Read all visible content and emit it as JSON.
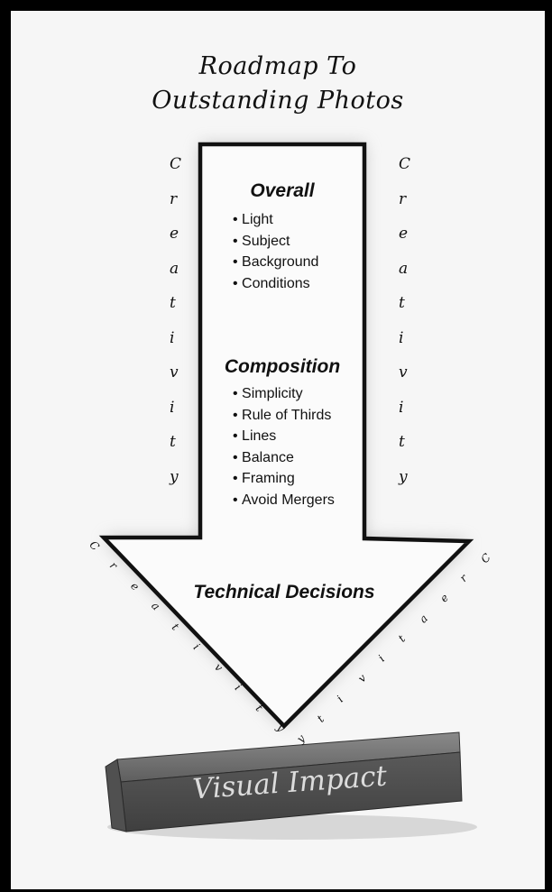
{
  "title": {
    "line1": "Roadmap To",
    "line2": "Outstanding Photos"
  },
  "sections": {
    "overall": {
      "heading": "Overall",
      "items": [
        "Light",
        "Subject",
        "Background",
        "Conditions"
      ]
    },
    "composition": {
      "heading": "Composition",
      "items": [
        "Simplicity",
        "Rule of Thirds",
        "Lines",
        "Balance",
        "Framing",
        "Avoid Mergers"
      ]
    },
    "technical": {
      "heading": "Technical Decisions"
    }
  },
  "side_word": "Creativity",
  "base_label": "Visual Impact"
}
